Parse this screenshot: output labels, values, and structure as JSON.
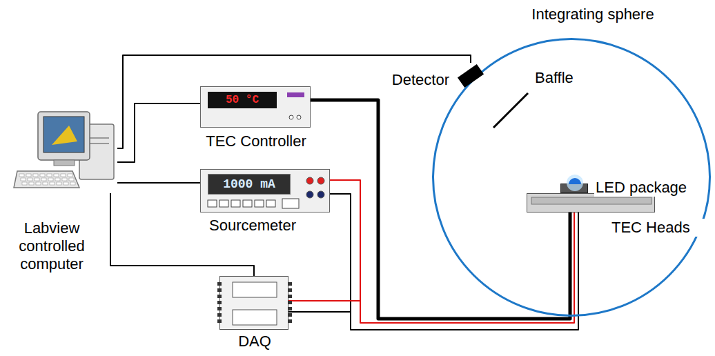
{
  "diagram": {
    "nodes": [
      {
        "text": [
          "Labview controlled computer"
        ]
      },
      {
        "text": [
          "TEC Controller",
          "50 °C"
        ]
      },
      {
        "text": [
          "Sourcemeter",
          "1000 mA"
        ]
      },
      {
        "text": [
          "DAQ"
        ]
      },
      {
        "text": [
          "Integrating sphere"
        ]
      },
      {
        "text": [
          "Detector"
        ]
      },
      {
        "text": [
          "TEC Heads"
        ],
        "in": 4
      },
      {
        "text": [
          "LED package"
        ],
        "in": 4
      }
    ],
    "edges": [
      {
        "from": 0,
        "to": 5,
        "arrow": "none"
      },
      {
        "from": 0,
        "to": 1,
        "arrow": "none"
      },
      {
        "from": 0,
        "to": 2,
        "arrow": "none"
      },
      {
        "from": 0,
        "to": 3,
        "arrow": "none"
      },
      {
        "from": 1,
        "to": 6,
        "arrow": "none"
      },
      {
        "from": 2,
        "to": 6,
        "arrow": "none"
      },
      {
        "from": 3,
        "to": 6,
        "arrow": "none"
      }
    ],
    "labels": [
      "Baffle"
    ]
  }
}
